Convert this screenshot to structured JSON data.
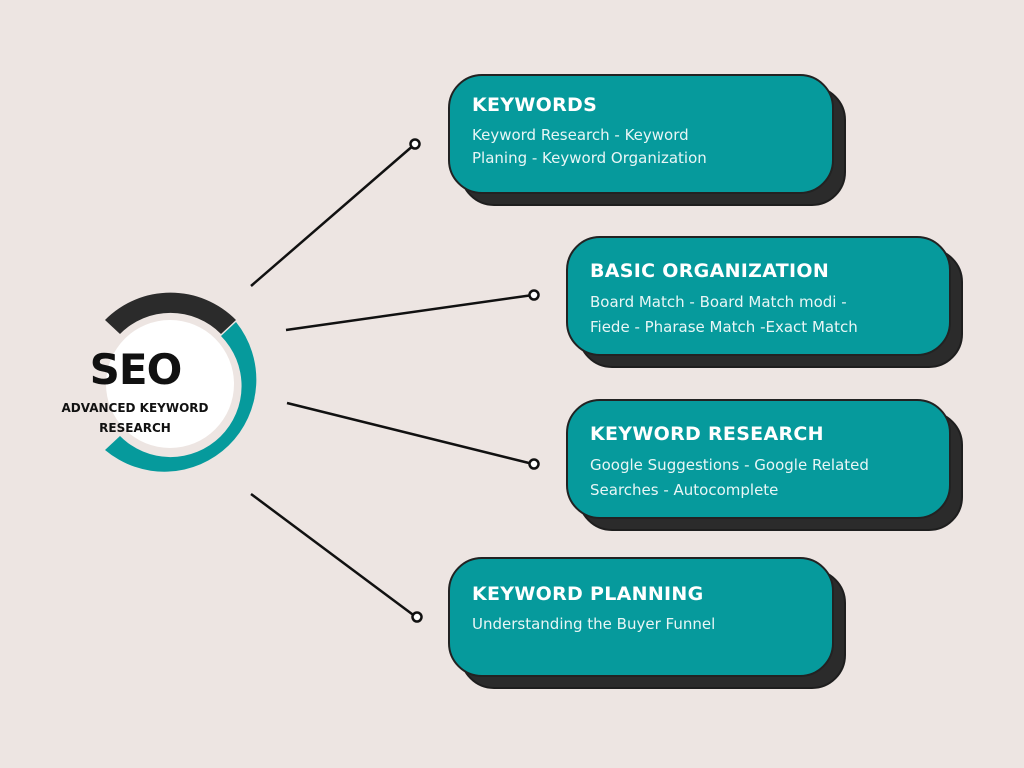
{
  "center": {
    "title": "SEO",
    "subtitle_line1": "ADVANCED KEYWORD",
    "subtitle_line2": "RESEARCH"
  },
  "colors": {
    "background": "#ede5e2",
    "teal": "#069a9c",
    "dark": "#2b2b2b"
  },
  "cards": [
    {
      "title": "KEYWORDS",
      "body_line1": "Keyword Research - Keyword",
      "body_line2": "Planing - Keyword Organization"
    },
    {
      "title": "BASIC ORGANIZATION",
      "body_line1": "Board Match - Board Match modi -",
      "body_line2": "Fiede - Pharase Match -Exact Match"
    },
    {
      "title": "KEYWORD RESEARCH",
      "body_line1": "Google Suggestions - Google Related",
      "body_line2": "Searches - Autocomplete"
    },
    {
      "title": "KEYWORD PLANNING",
      "body_line1": "Understanding the Buyer Funnel",
      "body_line2": ""
    }
  ]
}
